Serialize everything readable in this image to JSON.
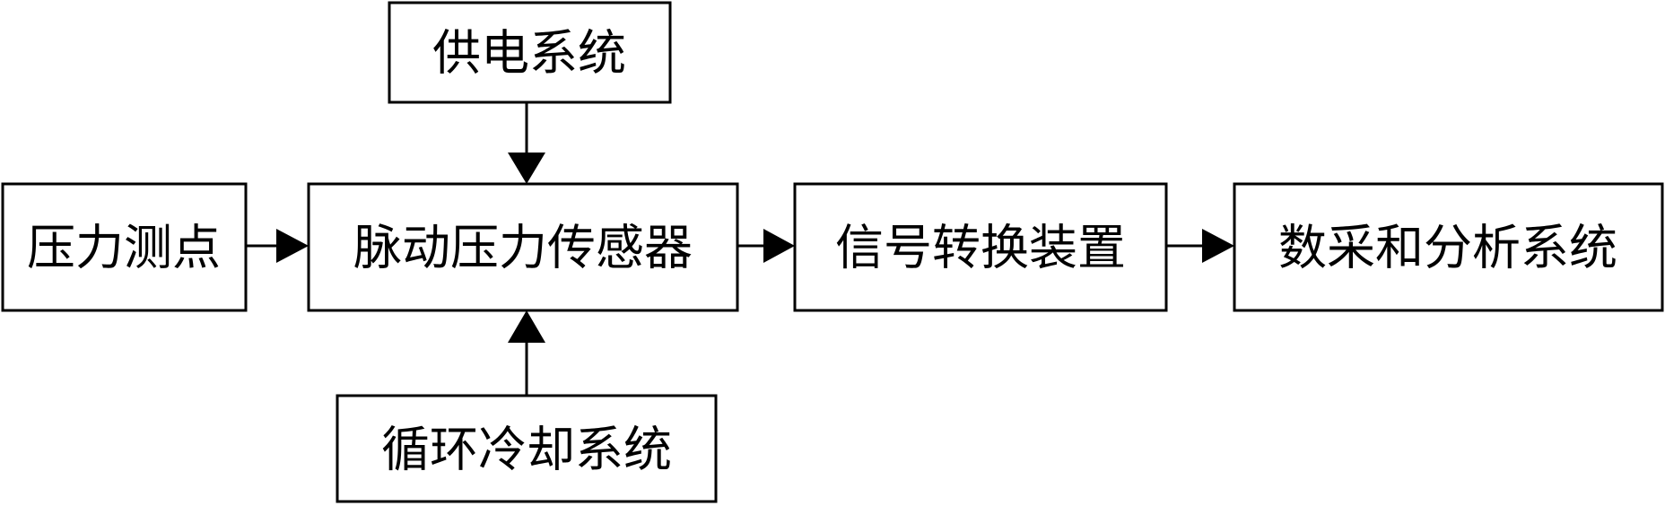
{
  "diagram": {
    "nodes": [
      {
        "id": "pressure_point",
        "label": "压力测点"
      },
      {
        "id": "pulsating_sensor",
        "label": "脉动压力传感器"
      },
      {
        "id": "power_supply",
        "label": "供电系统"
      },
      {
        "id": "cooling_system",
        "label": "循环冷却系统"
      },
      {
        "id": "signal_converter",
        "label": "信号转换装置"
      },
      {
        "id": "daq_analysis",
        "label": "数采和分析系统"
      }
    ],
    "edges": [
      {
        "from": "pressure_point",
        "to": "pulsating_sensor"
      },
      {
        "from": "power_supply",
        "to": "pulsating_sensor"
      },
      {
        "from": "cooling_system",
        "to": "pulsating_sensor"
      },
      {
        "from": "pulsating_sensor",
        "to": "signal_converter"
      },
      {
        "from": "signal_converter",
        "to": "daq_analysis"
      }
    ],
    "colors": {
      "stroke": "#000000",
      "background": "#ffffff"
    }
  }
}
